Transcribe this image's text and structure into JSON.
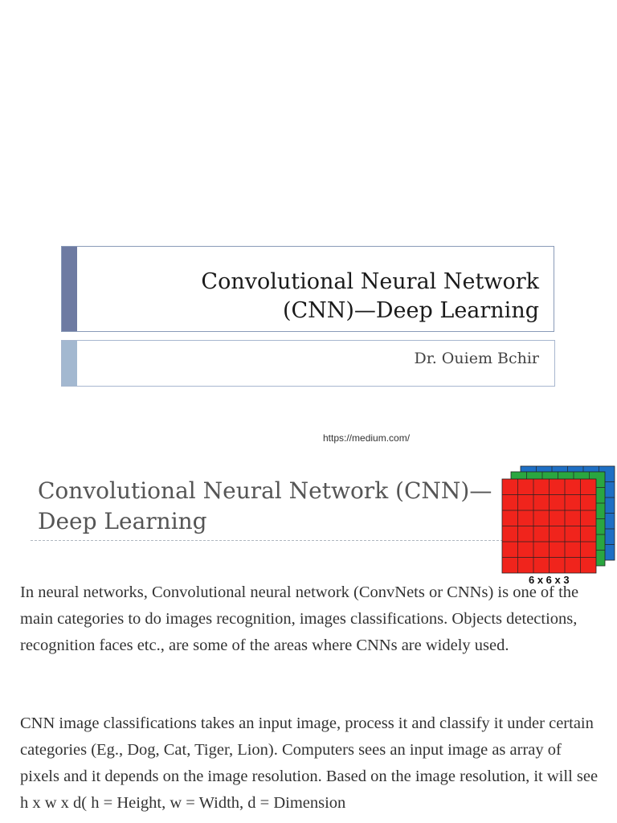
{
  "cover": {
    "title_line1": "Convolutional Neural Network",
    "title_line2": "(CNN)—Deep Learning",
    "author": "Dr. Ouiem Bchir"
  },
  "source_url": "https://medium.com/",
  "article": {
    "title_line1": "Convolutional Neural Network (CNN)—",
    "title_line2": "Deep Learning",
    "figure_label": "6 x 6 x 3",
    "paragraph1": "In neural networks, Convolutional neural network (ConvNets or CNNs) is one of the main categories to do images recognition, images classifications. Objects detections, recognition faces etc., are some of the areas where CNNs are widely used.",
    "paragraph2": "CNN image classifications takes an input image, process it and classify it under certain categories (Eg., Dog, Cat, Tiger, Lion). Computers sees an input image as array of pixels and it depends on the image resolution. Based on the image resolution, it will see h x w x d( h = Height, w = Width, d = Dimension"
  },
  "colors": {
    "channel_red": "#f0241c",
    "channel_green": "#2aa640",
    "channel_blue": "#1e6fc4"
  }
}
